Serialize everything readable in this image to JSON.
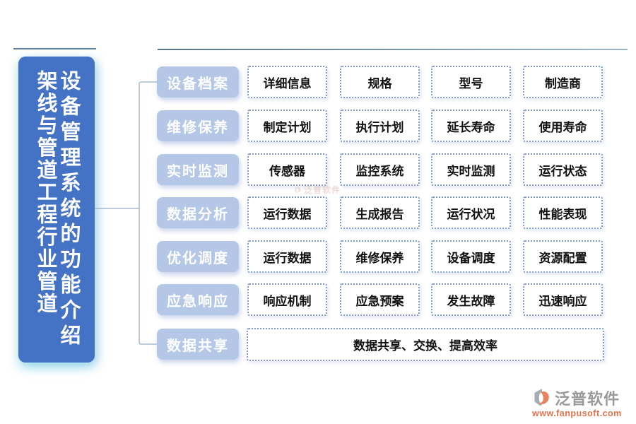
{
  "root_topic": {
    "title_line1": "设备管理系统的功能介绍",
    "title_line2": "架线与管道工程行业管道"
  },
  "branches": [
    {
      "label": "设备档案",
      "items": [
        "详细信息",
        "规格",
        "型号",
        "制造商"
      ]
    },
    {
      "label": "维修保养",
      "items": [
        "制定计划",
        "执行计划",
        "延长寿命",
        "使用寿命"
      ]
    },
    {
      "label": "实时监测",
      "items": [
        "传感器",
        "监控系统",
        "实时监测",
        "运行状态"
      ]
    },
    {
      "label": "数据分析",
      "items": [
        "运行数据",
        "生成报告",
        "运行状况",
        "性能表现"
      ]
    },
    {
      "label": "优化调度",
      "items": [
        "运行数据",
        "维修保养",
        "设备调度",
        "资源配置"
      ]
    },
    {
      "label": "应急响应",
      "items": [
        "响应机制",
        "应急预案",
        "发生故障",
        "迅速响应"
      ]
    },
    {
      "label": "数据共享",
      "items": [
        "数据共享、交换、提高效率"
      ]
    }
  ],
  "colors": {
    "root_bg": "#4472C4",
    "branch_bg": "#B4C7E7",
    "item_border": "#7D99D1",
    "connector": "#A8B8CB",
    "top_line": "#5F7FA0",
    "logo_text": "#8E8A8C",
    "logo_url": "#D95F35",
    "logo_icon_gray": "#9AA2AC",
    "logo_icon_orange": "#E2714A"
  },
  "watermark": {
    "text": "泛普软件"
  },
  "logo": {
    "name": "泛普软件",
    "url": "www.fanpusoft.com"
  }
}
